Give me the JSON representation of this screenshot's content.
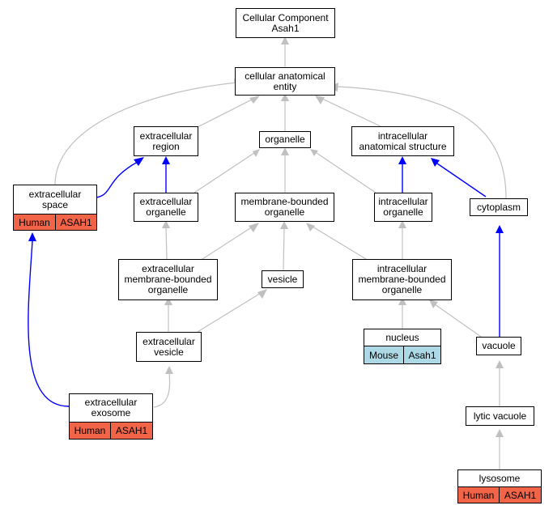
{
  "nodes": {
    "root": "Cellular Component\nAsah1",
    "cae": "cellular anatomical\nentity",
    "exreg": "extracellular\nregion",
    "organelle": "organelle",
    "ias": "intracellular\nanatomical structure",
    "exspace": "extracellular\nspace",
    "exorg": "extracellular\norganelle",
    "mbo": "membrane-bounded\norganelle",
    "intorg": "intracellular\norganelle",
    "cytoplasm": "cytoplasm",
    "exmbo": "extracellular\nmembrane-bounded\norganelle",
    "vesicle": "vesicle",
    "intmbo": "intracellular\nmembrane-bounded\norganelle",
    "nucleus": "nucleus",
    "vacuole": "vacuole",
    "exves": "extracellular\nvesicle",
    "exosome": "extracellular\nexosome",
    "lytic": "lytic vacuole",
    "lysosome": "lysosome"
  },
  "tags": {
    "exspace": {
      "species": "Human",
      "gene": "ASAH1"
    },
    "nucleus": {
      "species": "Mouse",
      "gene": "Asah1"
    },
    "exosome": {
      "species": "Human",
      "gene": "ASAH1"
    },
    "lysosome": {
      "species": "Human",
      "gene": "ASAH1"
    }
  },
  "colors": {
    "edge_gray": "#c0c0c0",
    "edge_blue": "#0000ff",
    "human": "#f26448",
    "mouse": "#add8e6"
  }
}
